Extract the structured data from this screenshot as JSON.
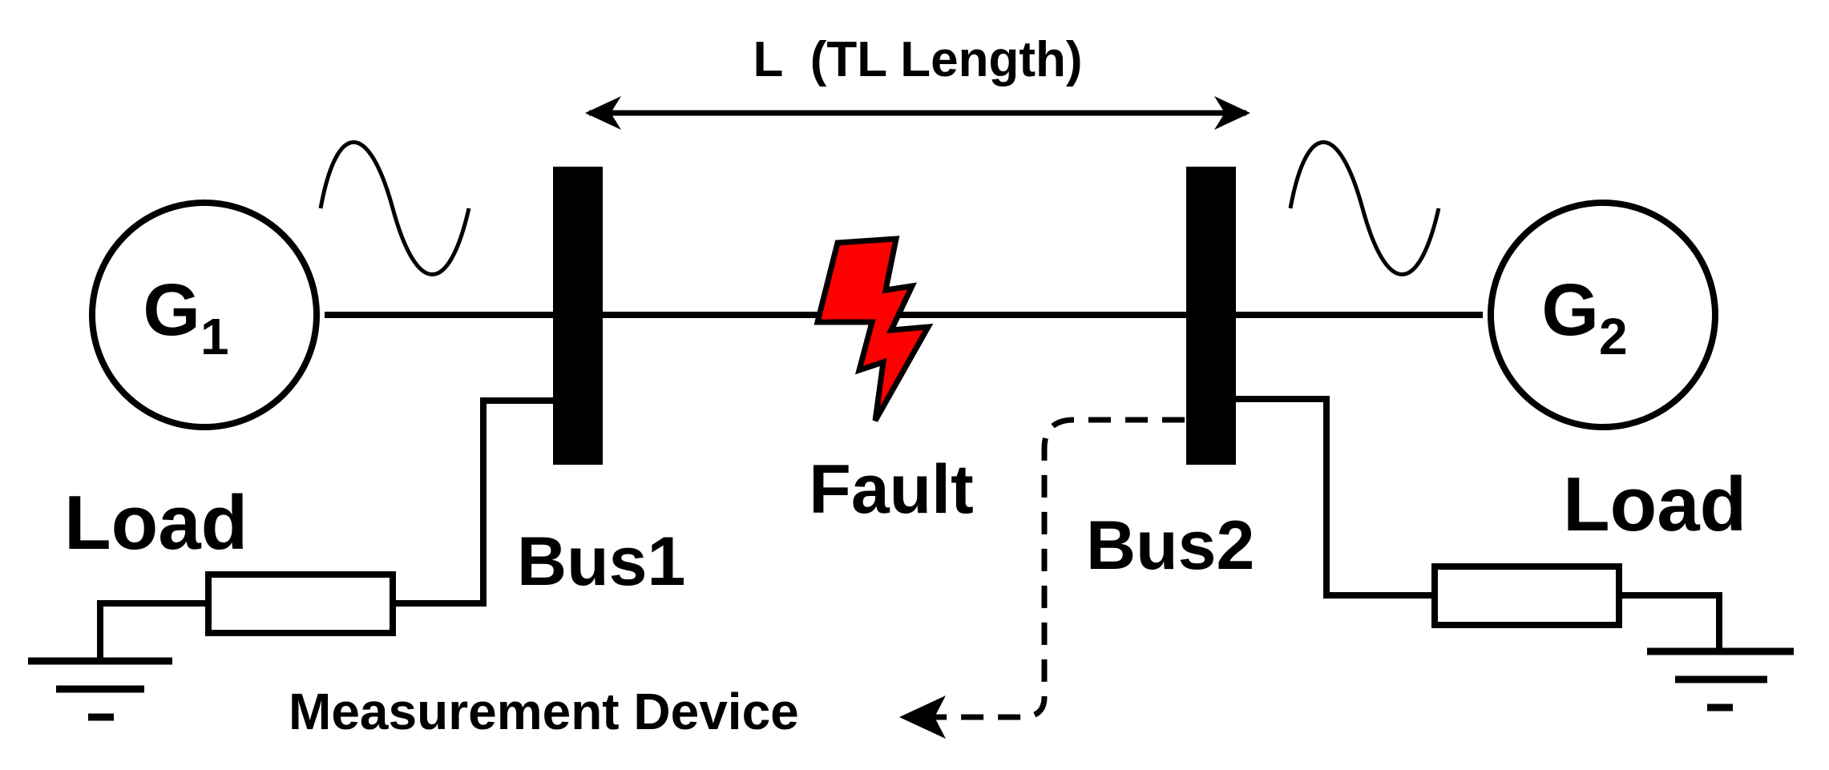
{
  "diagram": {
    "length_label": "L  (TL Length)",
    "fault_label": "Fault",
    "measurement_label": "Measurement Device",
    "generators": [
      {
        "letter": "G",
        "index": "1"
      },
      {
        "letter": "G",
        "index": "2"
      }
    ],
    "buses": [
      {
        "label": "Bus1"
      },
      {
        "label": "Bus2"
      }
    ],
    "loads": [
      {
        "label": "Load"
      },
      {
        "label": "Load"
      }
    ]
  },
  "colors": {
    "line": "#000000",
    "fault_fill": "#ff0000",
    "background": "#ffffff"
  },
  "icons": {
    "fault": "lightning-bolt-icon",
    "ground": "ground-symbol-icon",
    "source": "sine-wave-icon"
  }
}
